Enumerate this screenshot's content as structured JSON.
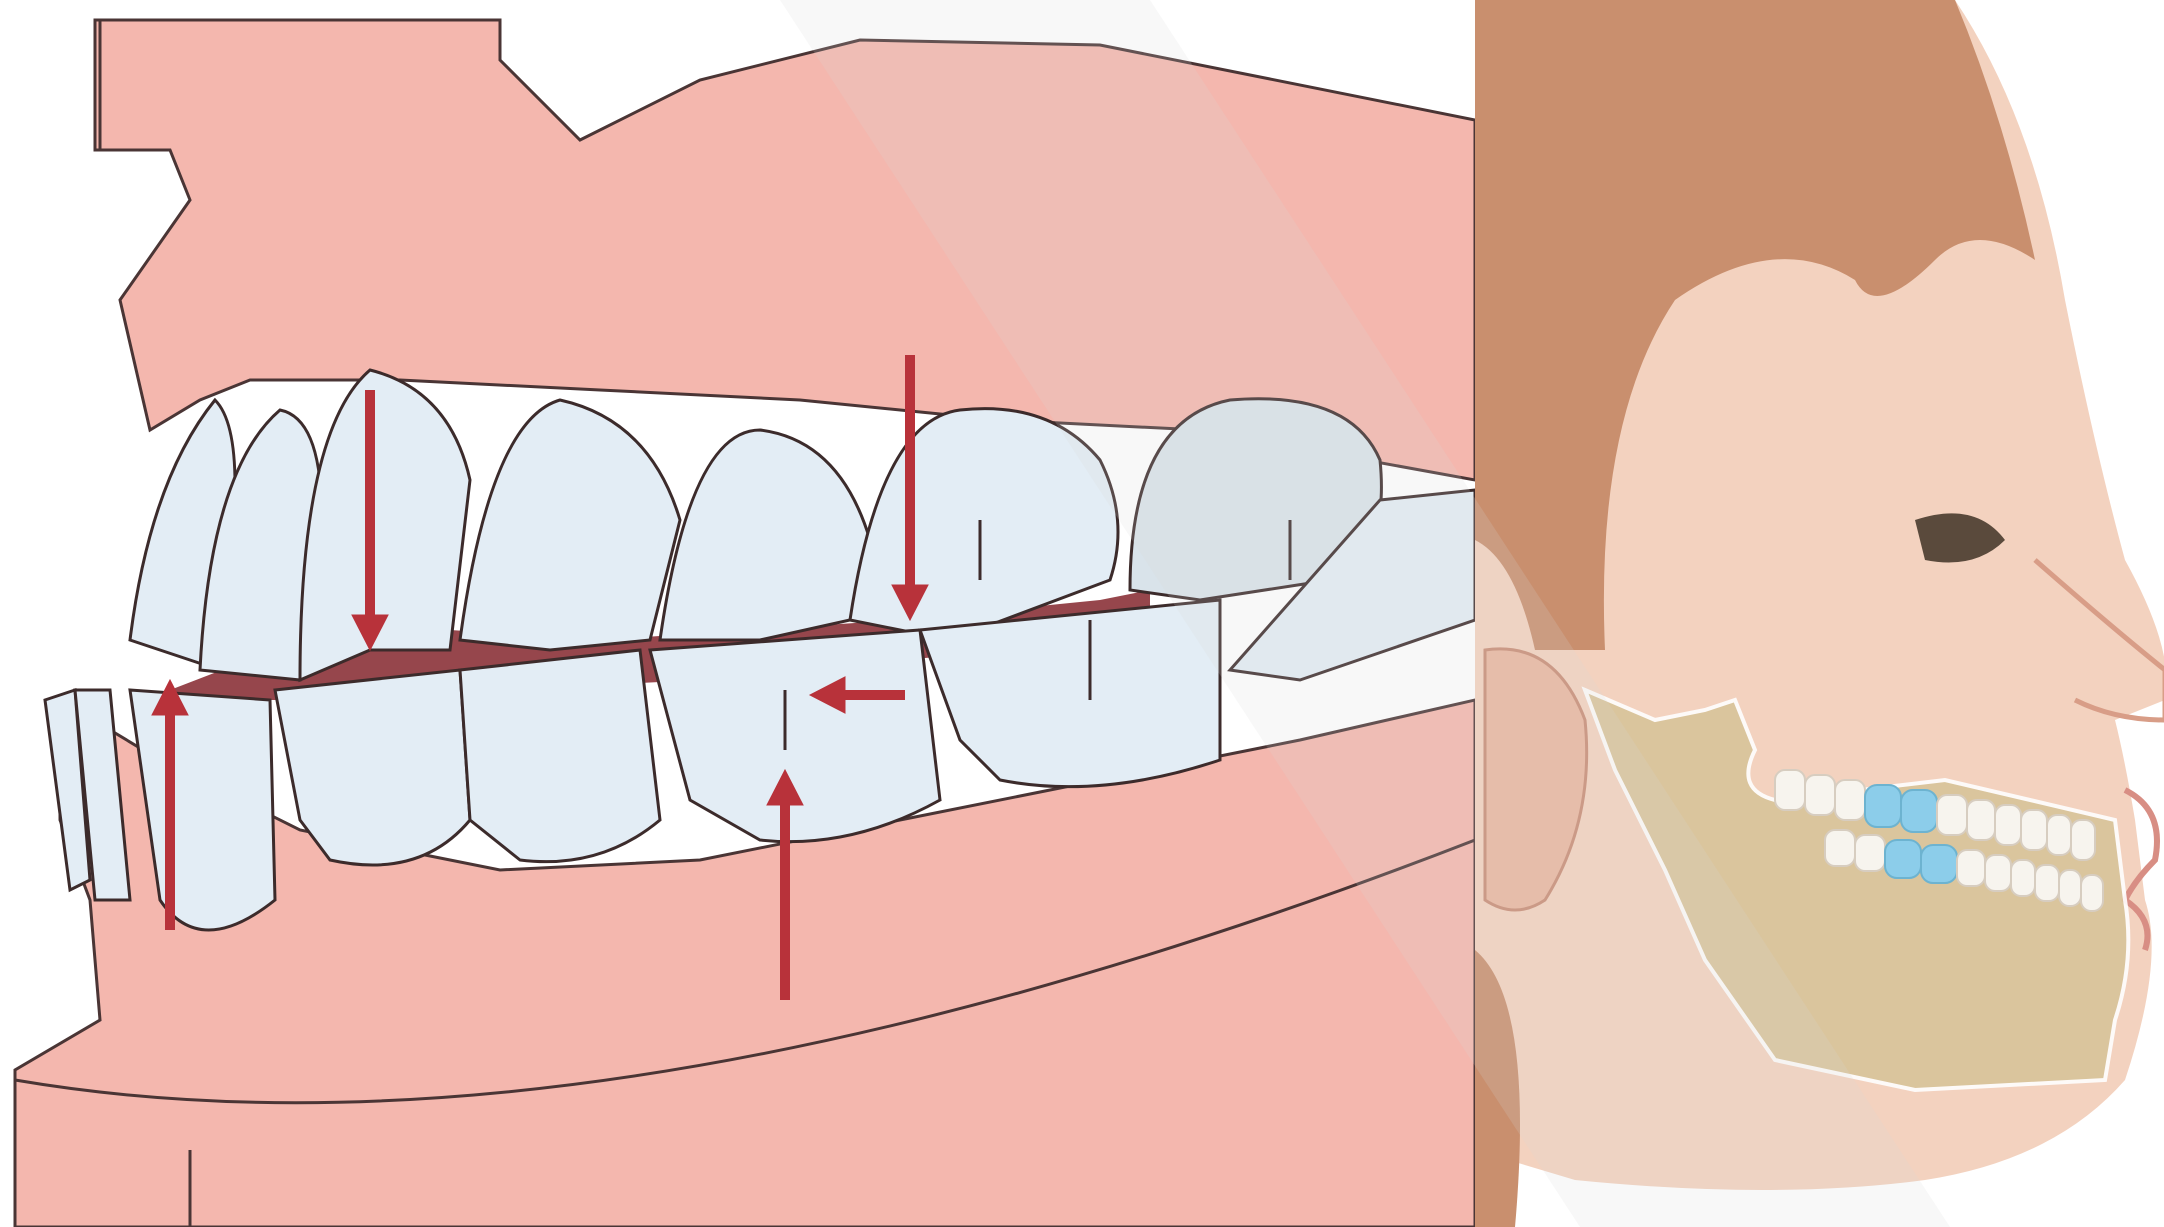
{
  "figure": {
    "panels": [
      {
        "id": "occlusion-diagram",
        "kind": "illustration"
      },
      {
        "id": "face-profile",
        "kind": "illustration"
      }
    ],
    "colors": {
      "gum": "#f4b7ae",
      "gum_dark": "#efa79d",
      "tooth": "#e3edf5",
      "tooth_outline": "#3c2b2b",
      "gap": "#8b3238",
      "arrow": "#b8323a",
      "skin": "#f3d2bf",
      "hair": "#c98f6e",
      "jaw_bone": "#d8c49a",
      "highlight_tooth": "#8ccdea",
      "watermark": "#d8d8d8"
    },
    "icons": [
      "arrow-down-icon",
      "arrow-up-icon",
      "arrow-left-icon"
    ]
  }
}
